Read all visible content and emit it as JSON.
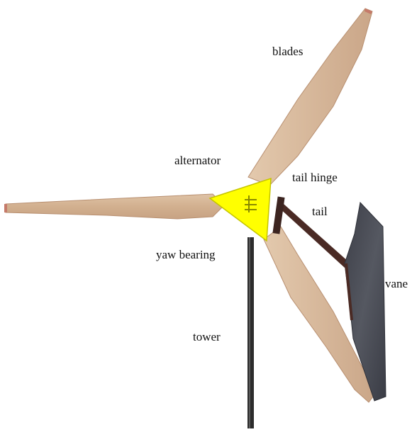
{
  "labels": {
    "blades": "blades",
    "alternator": "alternator",
    "tail_hinge": "tail hinge",
    "tail": "tail",
    "yaw_bearing": "yaw bearing",
    "vane": "vane",
    "tower": "tower"
  },
  "colors": {
    "blade_wood": "#d9b99a",
    "blade_edge": "#c49f80",
    "alternator": "#ffff00",
    "tail_arm": "#4a2a24",
    "vane": "#45474f",
    "tower": "#2b2b2b"
  }
}
